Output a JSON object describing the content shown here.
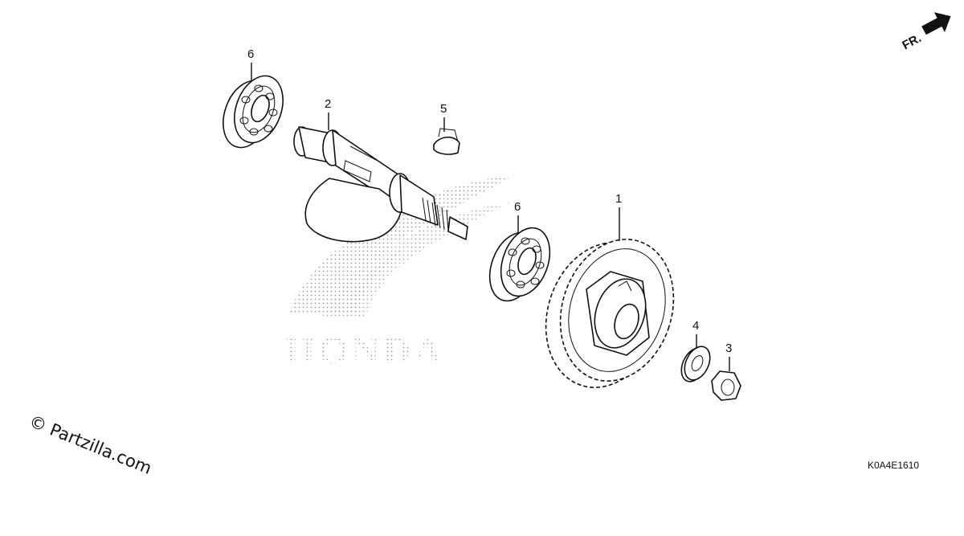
{
  "diagram": {
    "callouts": [
      "6",
      "2",
      "5",
      "6",
      "1",
      "4",
      "3"
    ],
    "direction_label": "FR.",
    "watermark_text": "HONDA",
    "credit": "© Partzilla.com",
    "diagram_code": "K0A4E1610"
  }
}
